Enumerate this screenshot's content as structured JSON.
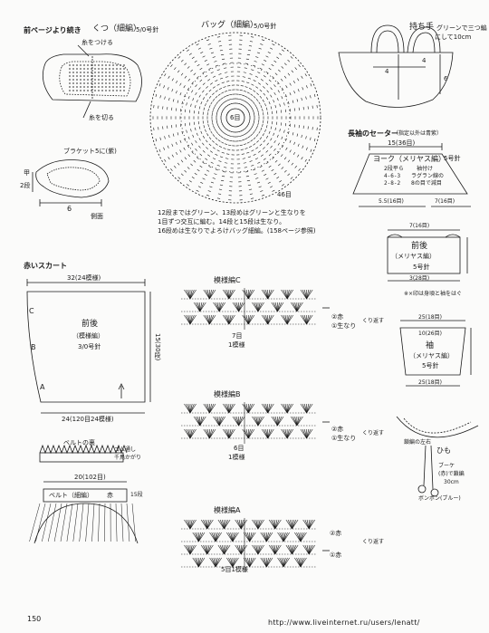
{
  "page_number": "150",
  "url": "http://www.liveinternet.ru/users/lenatt/",
  "colors": {
    "ink": "#1a1a1a",
    "paper": "#fbfbfa"
  },
  "shoe": {
    "header": "前ページより続き",
    "title": "くつ（細編）",
    "hook": "5/0号針",
    "attach": "糸をつける",
    "cut": "糸を切る",
    "strap": "ブラケット5に(紫)",
    "back": "甲",
    "heel_count": "2段",
    "bottom_width": "6",
    "side": "側面"
  },
  "bag": {
    "title": "バッグ（細編）",
    "hook": "5/0号針",
    "center": "6目",
    "center_count": "46目",
    "notes": [
      "12段まではグリーン、13段めはグリーンと生なりを",
      "1目ずつ交互に編む。14段と15段は生なり。",
      "16段めは生なりでよろけバッグ細編。(158ページ参照)"
    ],
    "handle_title": "持ち手",
    "handle_note1": "グリーンで三つ編",
    "handle_note2": "にして10cm",
    "dim_4a": "4",
    "dim_4b": "4",
    "dim_6": "6"
  },
  "sweater": {
    "title": "長袖のセーター",
    "title_note": "（指定以外は青紫）",
    "yoke_width": "15(36目)",
    "yoke_label": "ヨーク（メリヤス編）",
    "yoke_hook": "5号針",
    "yoke_rows": "2段平ら",
    "yoke_decrease1": "4-6-3",
    "yoke_decrease2": "2-8-2",
    "yoke_side": "袖付け",
    "yoke_note": "ラグラン線の",
    "yoke_note2": "8の目で減目",
    "yoke_bottom": "5.5(16目)",
    "yoke_bottom_alt": "7(16目)",
    "body_width_top": "7(16目)",
    "body_label": "前後",
    "body_sub": "（メリヤス編）",
    "body_hook": "5号針",
    "body_bottom": "3(28目)",
    "body_note": "※×印は身頃と袖をはぐ",
    "sleeve_top": "25(18目)",
    "sleeve_rows": "10(26目)",
    "sleeve_label": "袖",
    "sleeve_sub": "（メリヤス編）",
    "sleeve_hook": "5号針",
    "sleeve_bottom": "25(18目)",
    "neck_label": "ひも",
    "cord_note1": "ブーケ",
    "cord_note2": "(赤)で鎖編",
    "cord_note3": "30cm",
    "pompom": "ボンボン(ブルー)",
    "side_label": "鎖編の左右"
  },
  "skirt": {
    "title": "赤いスカート",
    "top_width": "32(24模様)",
    "panel_label": "前後",
    "panel_sub": "（模様編）",
    "panel_hook": "3/0号針",
    "side_c": "C",
    "side_b": "B",
    "side_a": "A",
    "height": "15(30段)",
    "bottom_width": "24(120目24模様)",
    "belt_back": "ベルトの裏",
    "elastic": "ゴム通し",
    "elastic2": "千鳥かがり",
    "belt_width": "20(102目)",
    "belt_label": "ベルト（細編）",
    "belt_color": "赤",
    "belt_rows": "15段"
  },
  "patterns": [
    {
      "title": "模様編C",
      "repeat": "7目",
      "unit": "1模様",
      "r2": "②赤",
      "r1": "①生なり",
      "note": "くり返す"
    },
    {
      "title": "模様編B",
      "repeat": "6目",
      "unit": "1模様",
      "r2": "②赤",
      "r1": "①生なり",
      "note": "くり返す"
    },
    {
      "title": "模様編A",
      "repeat": "5目1模様",
      "unit": "",
      "r2": "②赤",
      "r1": "①赤",
      "note": "くり返す"
    }
  ]
}
